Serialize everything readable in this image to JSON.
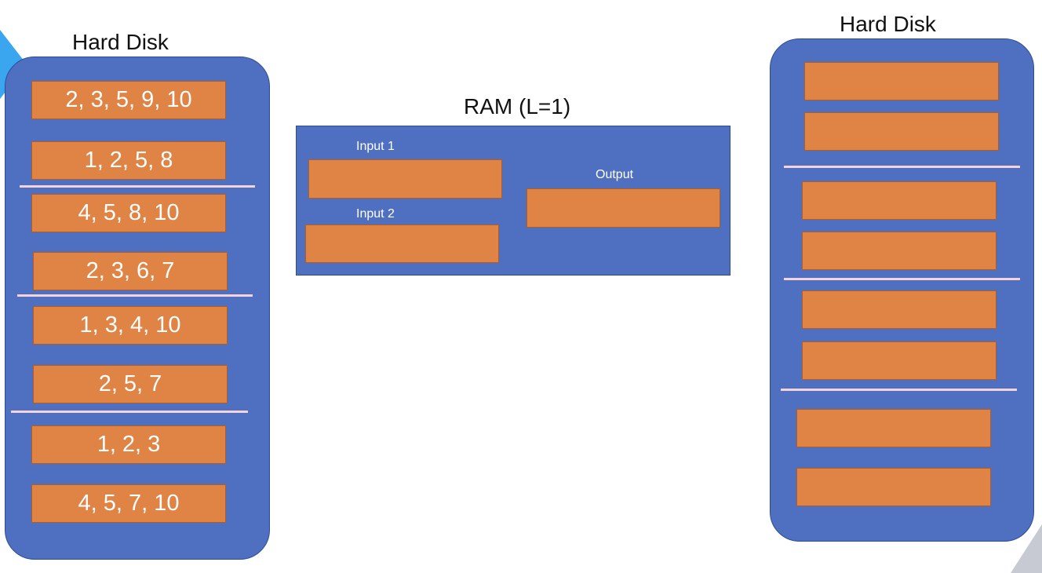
{
  "left_disk": {
    "title": "Hard Disk",
    "blocks": [
      "2, 3, 5, 9, 10",
      "1, 2, 5, 8",
      "4, 5, 8, 10",
      "2, 3, 6, 7",
      "1, 3, 4, 10",
      "2, 5, 7",
      "1, 2, 3",
      "4, 5, 7, 10"
    ]
  },
  "ram": {
    "title": "RAM (L=1)",
    "input1_label": "Input 1",
    "input2_label": "Input 2",
    "output_label": "Output"
  },
  "right_disk": {
    "title": "Hard Disk"
  },
  "colors": {
    "disk_fill": "#4f70c0",
    "block_fill": "#e08445",
    "divider": "#f4d4d8"
  }
}
